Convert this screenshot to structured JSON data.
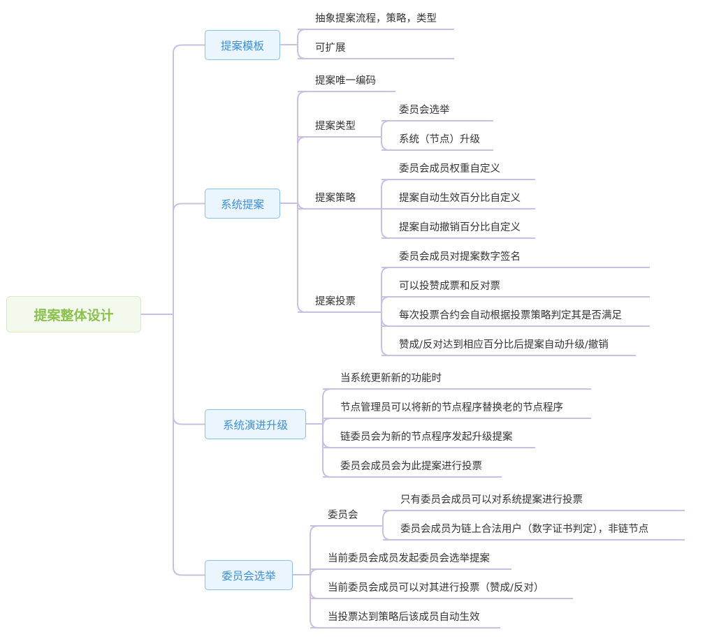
{
  "root": {
    "label": "提案整体设计"
  },
  "colors": {
    "line": "#c8c0e2",
    "branch_text": "#3d8fd6",
    "branch_border": "#88c1ec",
    "branch_fill": "#eaf5fd",
    "root_text": "#8cc04f",
    "root_fill": "#f3f9ec"
  },
  "branches": [
    {
      "label": "提案模板",
      "children": [
        {
          "label": "抽象提案流程，策略，类型"
        },
        {
          "label": "可扩展"
        }
      ]
    },
    {
      "label": "系统提案",
      "children": [
        {
          "label": "提案唯一编码"
        },
        {
          "label": "提案类型",
          "children": [
            {
              "label": "委员会选举"
            },
            {
              "label": "系统（节点）升级"
            }
          ]
        },
        {
          "label": "提案策略",
          "children": [
            {
              "label": "委员会成员权重自定义"
            },
            {
              "label": "提案自动生效百分比自定义"
            },
            {
              "label": "提案自动撤销百分比自定义"
            }
          ]
        },
        {
          "label": "提案投票",
          "children": [
            {
              "label": "委员会成员对提案数字签名"
            },
            {
              "label": "可以投赞成票和反对票"
            },
            {
              "label": "每次投票合约会自动根据投票策略判定其是否满足"
            },
            {
              "label": "赞成/反对达到相应百分比后提案自动升级/撤销"
            }
          ]
        }
      ]
    },
    {
      "label": "系统演进升级",
      "children": [
        {
          "label": "当系统更新新的功能时"
        },
        {
          "label": "节点管理员可以将新的节点程序替换老的节点程序"
        },
        {
          "label": "链委员会为新的节点程序发起升级提案"
        },
        {
          "label": "委员会成员会为此提案进行投票"
        }
      ]
    },
    {
      "label": "委员会选举",
      "children": [
        {
          "label": "委员会",
          "children": [
            {
              "label": "只有委员会成员可以对系统提案进行投票"
            },
            {
              "label": "委员会成员为链上合法用户（数字证书判定），非链节点"
            }
          ]
        },
        {
          "label": "当前委员会成员发起委员会选举提案"
        },
        {
          "label": "当前委员会成员可以对其进行投票（赞成/反对）"
        },
        {
          "label": "当投票达到策略后该成员自动生效"
        }
      ]
    }
  ]
}
